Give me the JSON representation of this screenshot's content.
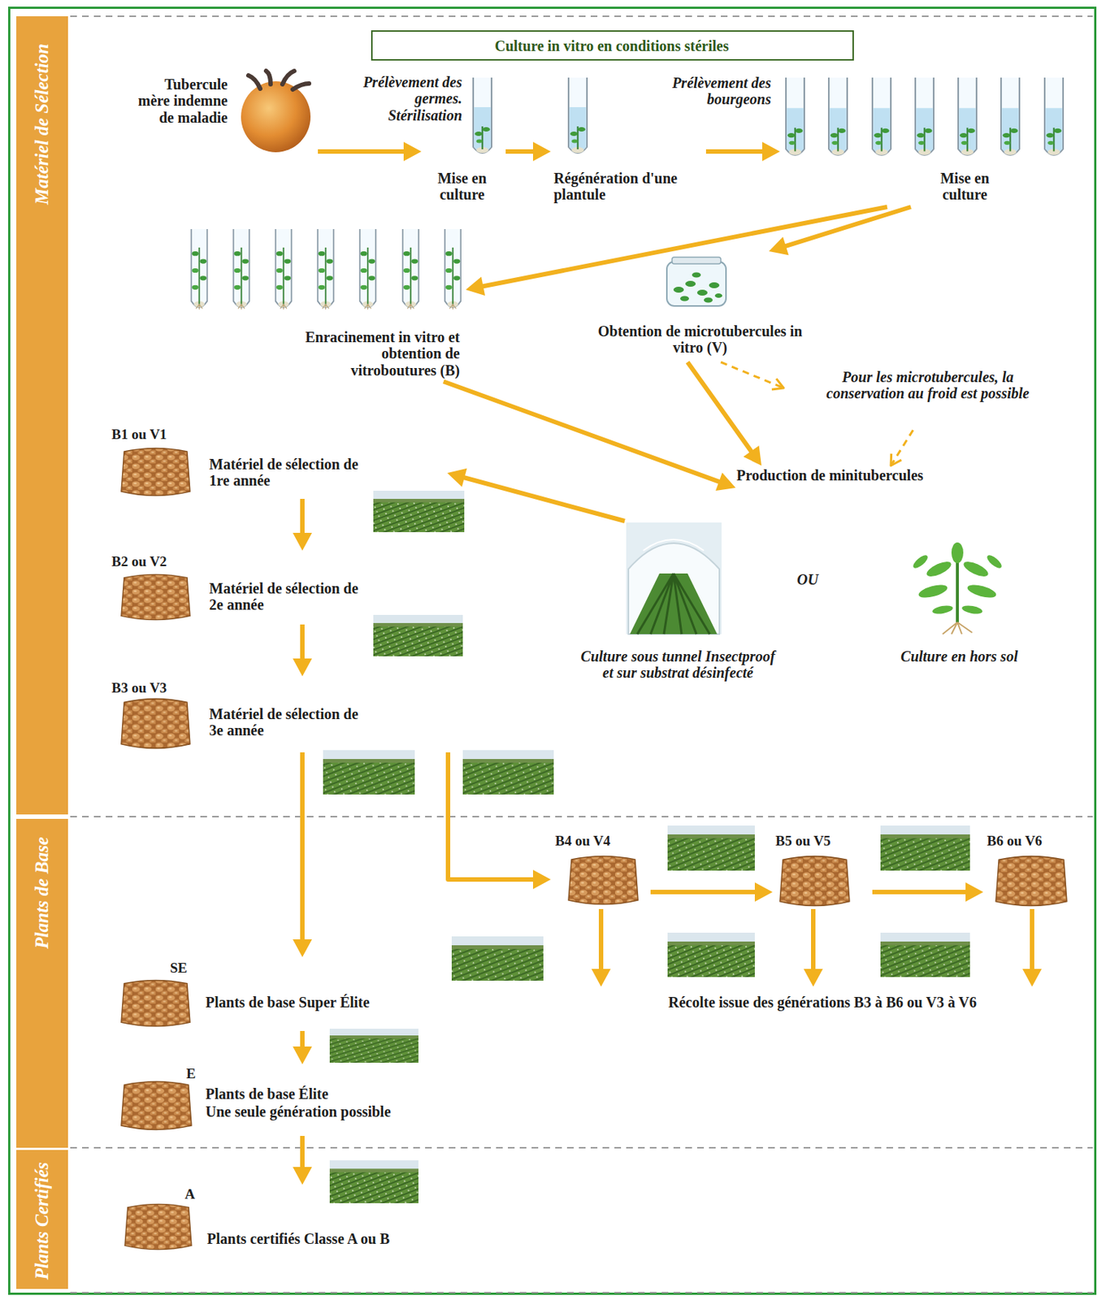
{
  "diagram": {
    "nodes": [
      {
        "text": [
          "Matériel de Sélection"
        ]
      },
      {
        "text": [
          "Culture in vitro en conditions stériles"
        ]
      },
      {
        "text": [
          "Tubercule mère indemne de maladie"
        ]
      },
      {
        "text": [
          "Mise en culture"
        ]
      },
      {
        "text": [
          "Régénération d'une plantule"
        ]
      },
      {
        "text": [
          "Mise en culture"
        ]
      },
      {
        "text": [
          "Enracinement in vitro et obtention de vitroboutures (B)"
        ]
      },
      {
        "text": [
          "Obtention de microtubercules in vitro (V)"
        ]
      },
      {
        "text": [
          "Pour les microtubercules, la conservation au froid est possible"
        ]
      },
      {
        "text": [
          "B1 ou V1",
          "Matériel de sélection de 1re année"
        ]
      },
      {
        "text": [
          "Production de minitubercules"
        ]
      },
      {
        "text": [
          "B2 ou V2",
          "Matériel de sélection de 2e année"
        ]
      },
      {
        "text": [
          "Culture sous tunnel Insectproof et sur substrat désinfecté"
        ]
      },
      {
        "text": [
          "Culture en hors sol"
        ]
      },
      {
        "text": [
          "B3 ou V3",
          "Matériel de sélection de 3e année"
        ]
      },
      {
        "text": [
          "Plants de Base"
        ]
      },
      {
        "text": [
          "B4 ou V4"
        ]
      },
      {
        "text": [
          "B5 ou V5"
        ]
      },
      {
        "text": [
          "B6 ou V6"
        ]
      },
      {
        "text": [
          "SE",
          "Plants de base Super Élite"
        ]
      },
      {
        "text": [
          "Récolte issue des générations B3 à B6 ou V3 à V6"
        ]
      },
      {
        "text": [
          "E",
          "Plants de base Élite",
          "Une seule génération possible"
        ]
      },
      {
        "text": [
          "Plants Certifiés"
        ]
      },
      {
        "text": [
          "A",
          "Plants certifiés Classe A ou B"
        ]
      }
    ],
    "edges": [
      {
        "from": 2,
        "to": 3,
        "arrow": "to",
        "label": "Prélèvement des germes. Stérilisation"
      },
      {
        "from": 3,
        "to": 4,
        "arrow": "to"
      },
      {
        "from": 4,
        "to": 5,
        "arrow": "to",
        "label": "Prélèvement des bourgeons"
      },
      {
        "from": 5,
        "to": 6,
        "arrow": "to"
      },
      {
        "from": 5,
        "to": 7,
        "arrow": "to"
      },
      {
        "from": 7,
        "to": 8,
        "arrow": "to"
      },
      {
        "from": 8,
        "to": 10,
        "arrow": "to"
      },
      {
        "from": 7,
        "to": 10,
        "arrow": "to"
      },
      {
        "from": 6,
        "to": 10,
        "arrow": "to"
      },
      {
        "from": 12,
        "to": 9,
        "arrow": "to"
      },
      {
        "from": 9,
        "to": 11,
        "arrow": "to"
      },
      {
        "from": 11,
        "to": 14,
        "arrow": "to"
      },
      {
        "from": 14,
        "to": 19,
        "arrow": "to"
      },
      {
        "from": 14,
        "to": 16,
        "arrow": "to"
      },
      {
        "from": 16,
        "to": 17,
        "arrow": "to"
      },
      {
        "from": 17,
        "to": 18,
        "arrow": "to"
      },
      {
        "from": 16,
        "to": 20,
        "arrow": "to"
      },
      {
        "from": 17,
        "to": 20,
        "arrow": "to"
      },
      {
        "from": 18,
        "to": 20,
        "arrow": "to"
      },
      {
        "from": 19,
        "to": 21,
        "arrow": "to"
      },
      {
        "from": 21,
        "to": 23,
        "arrow": "to"
      }
    ],
    "labels": [
      "OU"
    ]
  }
}
